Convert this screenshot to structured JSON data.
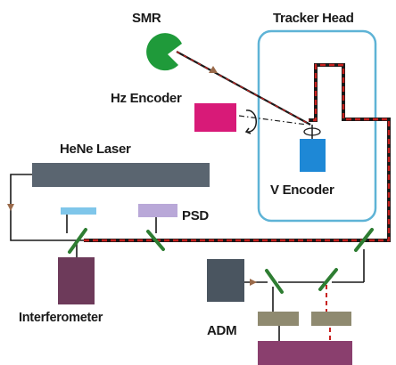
{
  "labels": {
    "smr": "SMR",
    "tracker_head": "Tracker Head",
    "hz_encoder": "Hz Encoder",
    "hene_laser": "HeNe Laser",
    "psd": "PSD",
    "v_encoder": "V Encoder",
    "interferometer": "Interferometer",
    "adm": "ADM"
  },
  "colors": {
    "beam_red": "#c8201e",
    "beam_outline": "#1a1a1a",
    "mirror_green": "#2e7d32",
    "tracker_head_border": "#5eb3d6",
    "smr_green": "#1f9a3a",
    "hz_encoder_magenta": "#d81a78",
    "v_encoder_blue": "#1e88d6",
    "laser_slate": "#5a6570",
    "interferometer_purple": "#6d3a5a",
    "filter_blue": "#7fc6ea",
    "psd_lavender": "#b9a8d8",
    "adm_slate": "#4a5560",
    "adm_filter_olive": "#8f8a70",
    "adm_block_purple": "#8a3f6e"
  }
}
